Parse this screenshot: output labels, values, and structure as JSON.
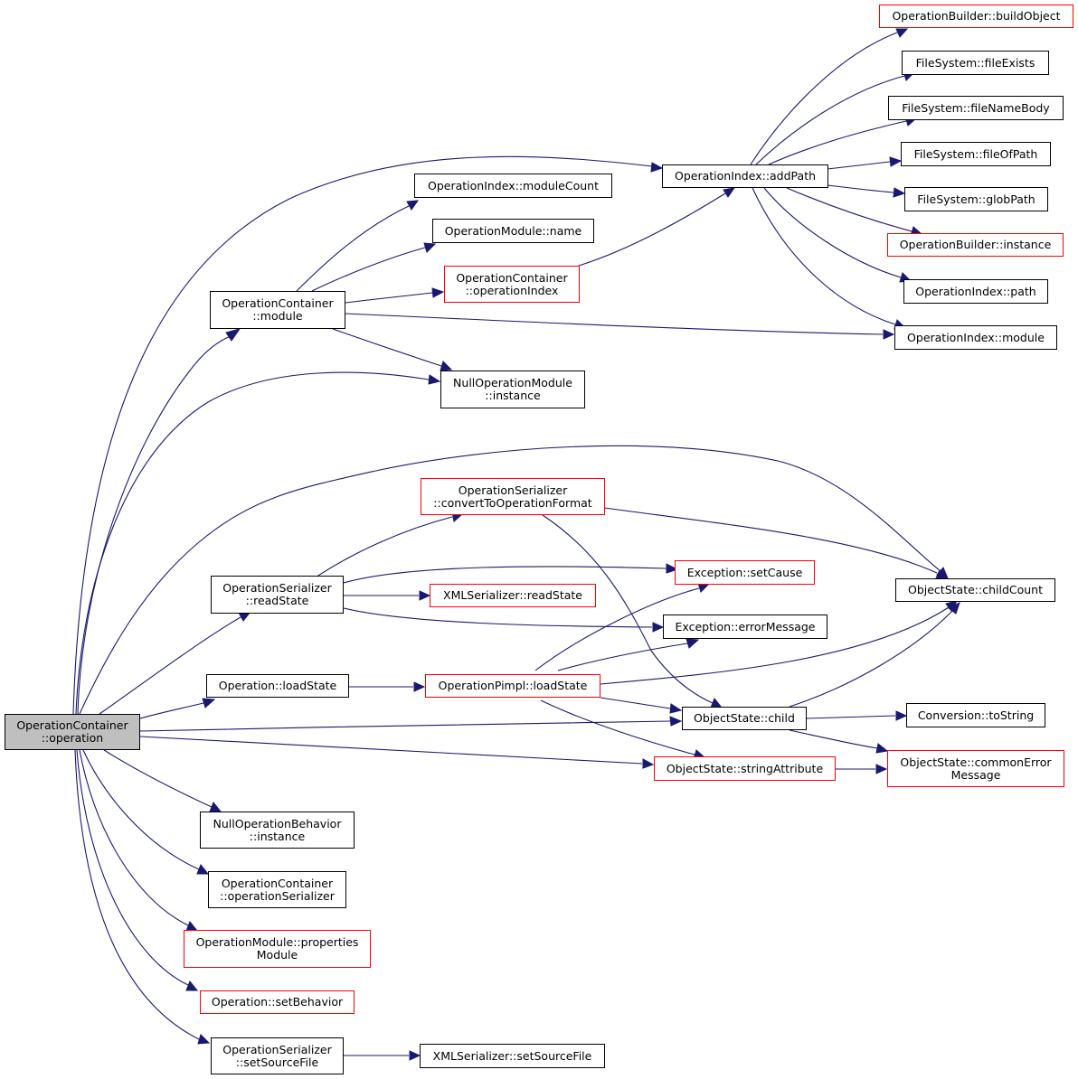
{
  "graph": {
    "edge_color": "#191970",
    "root_fill": "#bfbfbf",
    "incomplete_border": "#ff0000",
    "nodes": {
      "root": {
        "label": "OperationContainer\n::operation",
        "style": "root"
      },
      "opc_module": {
        "label": "OperationContainer\n::module",
        "style": "black"
      },
      "opi_moduleCount": {
        "label": "OperationIndex::moduleCount",
        "style": "black"
      },
      "opm_name": {
        "label": "OperationModule::name",
        "style": "black"
      },
      "opc_operationIndex": {
        "label": "OperationContainer\n::operationIndex",
        "style": "red"
      },
      "opi_addPath": {
        "label": "OperationIndex::addPath",
        "style": "black"
      },
      "ob_buildObject": {
        "label": "OperationBuilder::buildObject",
        "style": "red"
      },
      "fs_fileExists": {
        "label": "FileSystem::fileExists",
        "style": "black"
      },
      "fs_fileNameBody": {
        "label": "FileSystem::fileNameBody",
        "style": "black"
      },
      "fs_fileOfPath": {
        "label": "FileSystem::fileOfPath",
        "style": "black"
      },
      "fs_globPath": {
        "label": "FileSystem::globPath",
        "style": "black"
      },
      "ob_instance": {
        "label": "OperationBuilder::instance",
        "style": "red"
      },
      "opi_path": {
        "label": "OperationIndex::path",
        "style": "black"
      },
      "opi_module": {
        "label": "OperationIndex::module",
        "style": "black"
      },
      "nom_instance": {
        "label": "NullOperationModule\n::instance",
        "style": "black"
      },
      "os_convert": {
        "label": "OperationSerializer\n::convertToOperationFormat",
        "style": "red"
      },
      "exc_setCause": {
        "label": "Exception::setCause",
        "style": "red"
      },
      "ostate_childCount": {
        "label": "ObjectState::childCount",
        "style": "black"
      },
      "os_readState": {
        "label": "OperationSerializer\n::readState",
        "style": "black"
      },
      "xml_readState": {
        "label": "XMLSerializer::readState",
        "style": "red"
      },
      "exc_errorMessage": {
        "label": "Exception::errorMessage",
        "style": "black"
      },
      "op_loadState": {
        "label": "Operation::loadState",
        "style": "black"
      },
      "opp_loadState": {
        "label": "OperationPimpl::loadState",
        "style": "red"
      },
      "ostate_child": {
        "label": "ObjectState::child",
        "style": "black"
      },
      "conv_toString": {
        "label": "Conversion::toString",
        "style": "black"
      },
      "ostate_stringAttr": {
        "label": "ObjectState::stringAttribute",
        "style": "red"
      },
      "ostate_commonError": {
        "label": "ObjectState::commonError\nMessage",
        "style": "red"
      },
      "nob_instance": {
        "label": "NullOperationBehavior\n::instance",
        "style": "black"
      },
      "opc_opSerializer": {
        "label": "OperationContainer\n::operationSerializer",
        "style": "black"
      },
      "opm_properties": {
        "label": "OperationModule::properties\nModule",
        "style": "red"
      },
      "op_setBehavior": {
        "label": "Operation::setBehavior",
        "style": "red"
      },
      "os_setSourceFile": {
        "label": "OperationSerializer\n::setSourceFile",
        "style": "black"
      },
      "xml_setSourceFile": {
        "label": "XMLSerializer::setSourceFile",
        "style": "black"
      }
    }
  }
}
